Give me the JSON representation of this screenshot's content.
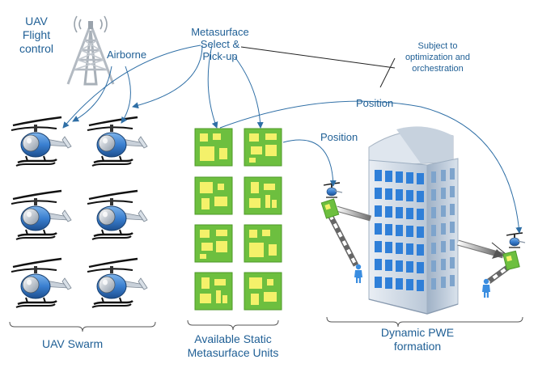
{
  "labels": {
    "uav_flight_control": [
      "UAV",
      "Flight",
      "control"
    ],
    "airborne": "Airborne",
    "metasurface_select": [
      "Metasurface",
      "Select &",
      "Pick-up"
    ],
    "subject_to": [
      "Subject to",
      "optimization and",
      "orchestration"
    ],
    "position_top": "Position",
    "position_mid": "Position",
    "uav_swarm": "UAV Swarm",
    "available_static": [
      "Available Static",
      "Metasurface Units"
    ],
    "dynamic_pwe": [
      "Dynamic PWE",
      "formation"
    ]
  },
  "colors": {
    "text": "#1f5f95",
    "arrow": "#2f6fa6",
    "tile_green": "#6dbf3f",
    "tile_yellow": "#f4f16a",
    "helicopter_body": "#3a7fd0",
    "building": "#c9d5e3",
    "window": "#2f7fd8"
  },
  "icons": {
    "tower": "radio-tower-icon",
    "helicopter": "helicopter-icon",
    "metasurface": "metasurface-tile-icon",
    "building": "building-icon",
    "person": "person-icon"
  }
}
